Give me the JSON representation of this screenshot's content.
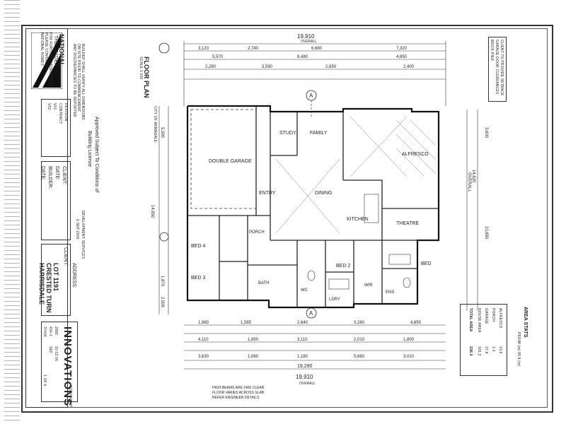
{
  "company": {
    "name": "NATIONAL",
    "sub": "THE LEADER",
    "address_lines": [
      "FOR FURTHER INFORMATION",
      "PLEASE CONTACT",
      "NATIONAL HOMES"
    ]
  },
  "notes_left": [
    "BUILDER SHALL VERIFY ALL DIMENSIONS",
    "ON SITE PRIOR TO COMMENCEMENT",
    "ANY DISCREPANCIES TO BE REPORTED"
  ],
  "revision_block": {
    "header": "REVISION",
    "rows": [
      "CONTRACT",
      "V01",
      "V02"
    ]
  },
  "approval": {
    "line1": "Approved Subject To Conditions of",
    "line2": "Building Licence",
    "stamp1": "CITY OF ARMADALE",
    "stamp2": "DEVELOPMENT SERVICES",
    "stamp3": "6 SEP 2006"
  },
  "client_block": {
    "client_label": "CLIENT:",
    "date_label": "DATE:",
    "builder_label": "BUILDER:",
    "client2_label": "CLIENT:",
    "address_label": "ADDRESS:",
    "lot": "LOT 1191",
    "street": "CRESTED TURN",
    "suburb": "HARRISDALE"
  },
  "drawing": {
    "title": "FLOOR PLAN",
    "scale": "SCALE 1:100",
    "overall_top": "19,910",
    "overall_bottom": "19,910",
    "overall_label": "OVERALL",
    "overall_right": "14,620",
    "dim_right_inner": "10,650",
    "dim_right_small": "3,600",
    "top_dims": [
      "3,120",
      "2,740",
      "6,690",
      "7,320"
    ],
    "top_dims2": [
      "5,570",
      "8,480",
      "4,850"
    ],
    "top_dims3": [
      "2,280",
      "3,590",
      "2,650",
      "2,400"
    ],
    "bottom_dims": [
      "1,960",
      "1,585",
      "2,640",
      "3,280",
      "4,650"
    ],
    "bottom_dims2": [
      "4,110",
      "1,850",
      "3,110",
      "2,010",
      "1,800"
    ],
    "bottom_dims3": [
      "3,630",
      "1,060",
      "1,180",
      "5,660",
      "3,010"
    ],
    "bottom_total": "19,290",
    "left_dims": [
      "5,590",
      "14,650",
      "1,870",
      "2,000"
    ]
  },
  "rooms": {
    "garage": "DOUBLE GARAGE",
    "study": "STUDY",
    "family": "FAMILY",
    "alfresco": "ALFRESCO",
    "entry": "ENTRY",
    "dining": "DINING",
    "kitchen": "KITCHEN",
    "theatre": "THEATRE",
    "bed4": "BED 4",
    "bed3": "BED 3",
    "bed2": "BED 2",
    "bed1": "BED",
    "bath": "BATH",
    "ens": "ENS",
    "wc": "WC",
    "ldry": "LDRY",
    "wir": "WIR",
    "porch": "PORCH"
  },
  "area_stats": {
    "header": "AREA STATS",
    "rows": [
      {
        "label": "ALFRESCO",
        "value": "13.6"
      },
      {
        "label": "PORCH",
        "value": "3.4"
      },
      {
        "label": "GARAGE",
        "value": "37.8"
      },
      {
        "label": "HOUSE AREA",
        "value": "181.2"
      },
      {
        "label": "TOTAL AREA",
        "value": "236.0"
      }
    ],
    "note": "PERIM (m) 85.8 (m)"
  },
  "right_notes": [
    "CLIENT TO PROVIDE SETBACK",
    "GARAGE DOOR CLEARANCES",
    "BRICK PIER"
  ],
  "bottom_notes": [
    "HIGH BEAMS ARE 2400 CLEAR",
    "FLOOR VARIES ACROSS SLAB",
    "REFER ENGINEER DETAILS"
  ],
  "brand": {
    "name": "INNOVATIONS",
    "job": "2890",
    "date": "10.02.06",
    "plan": "404-1",
    "drawn": "SEF",
    "sheet_no": "37404",
    "sheet": "1 OF 6"
  },
  "section_markers": [
    "A",
    "A"
  ],
  "copyright": "COPYRIGHT"
}
